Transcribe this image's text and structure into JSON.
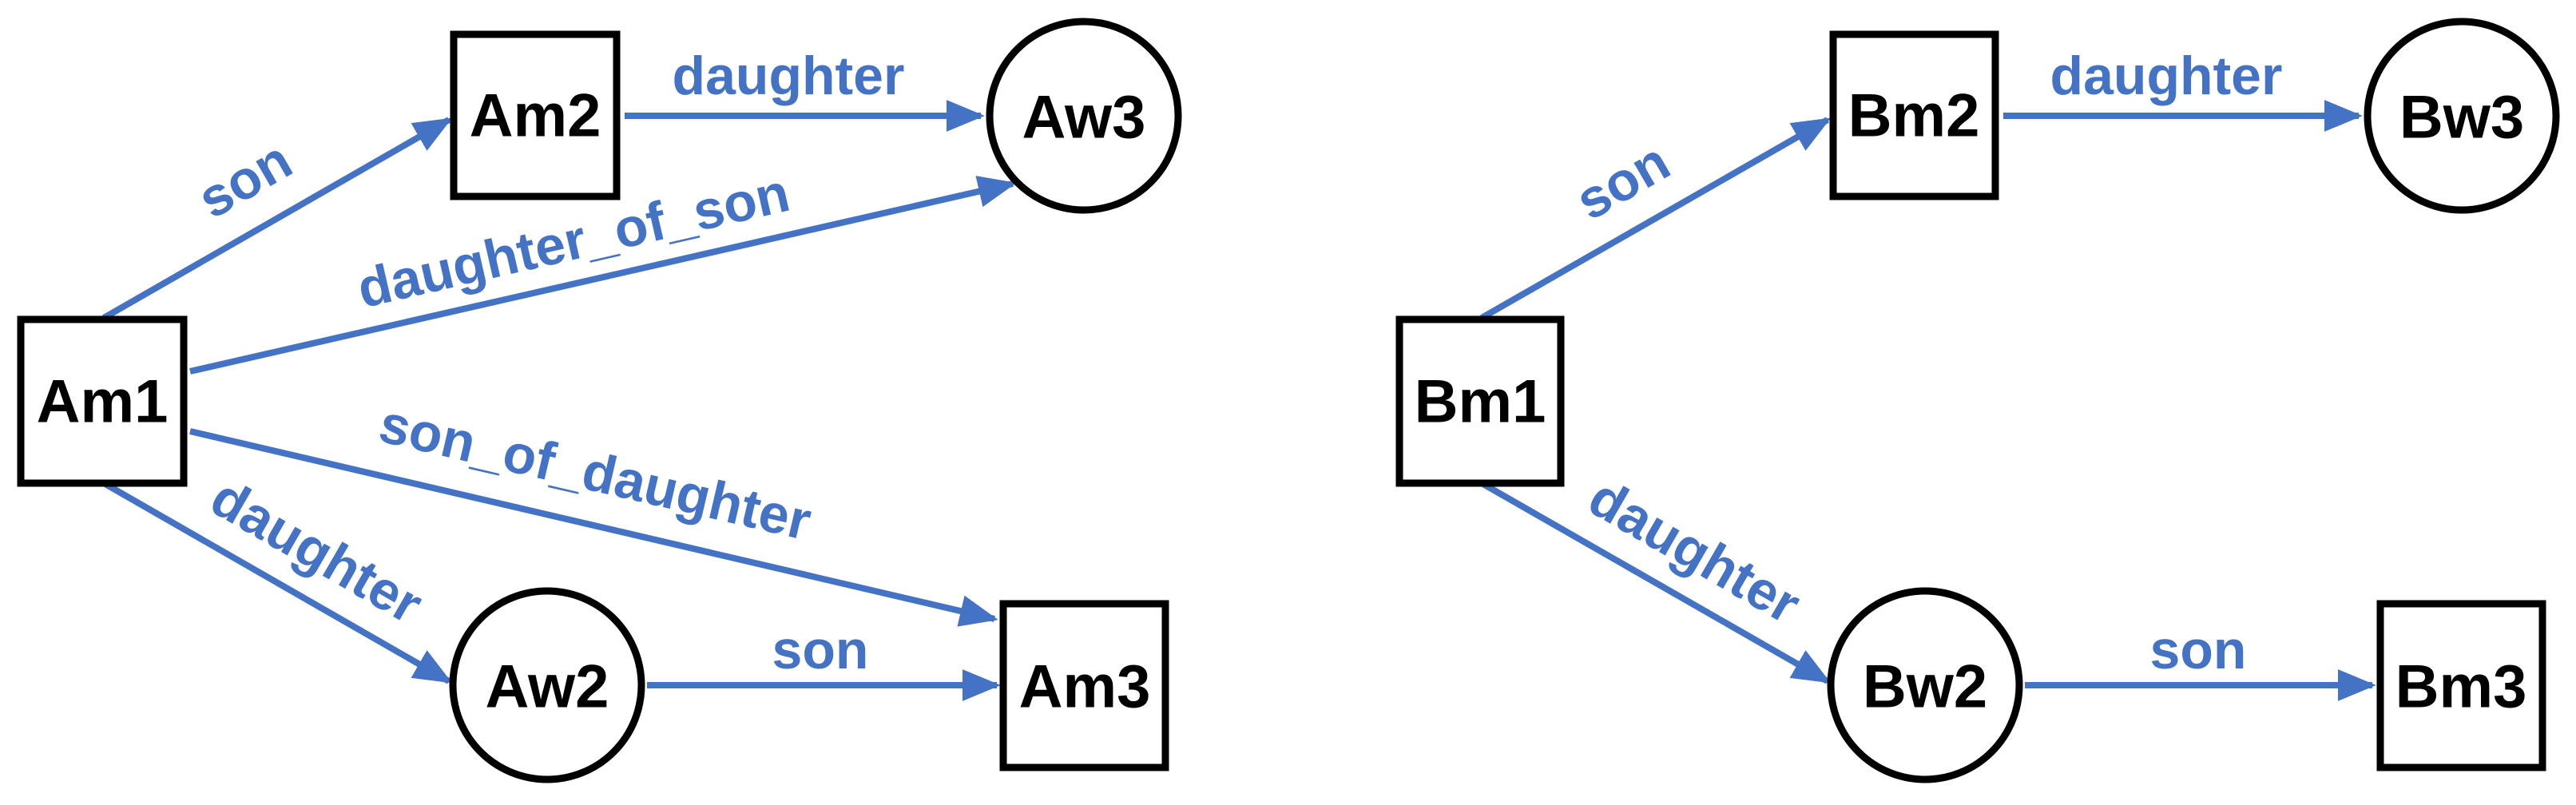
{
  "accent_color": "#4472c4",
  "node_stroke_color": "#000000",
  "nodes": {
    "Am1": {
      "label": "Am1",
      "shape": "square"
    },
    "Am2": {
      "label": "Am2",
      "shape": "square"
    },
    "Aw3": {
      "label": "Aw3",
      "shape": "circle"
    },
    "Aw2": {
      "label": "Aw2",
      "shape": "circle"
    },
    "Am3": {
      "label": "Am3",
      "shape": "square"
    },
    "Bm1": {
      "label": "Bm1",
      "shape": "square"
    },
    "Bm2": {
      "label": "Bm2",
      "shape": "square"
    },
    "Bw3": {
      "label": "Bw3",
      "shape": "circle"
    },
    "Bw2": {
      "label": "Bw2",
      "shape": "circle"
    },
    "Bm3": {
      "label": "Bm3",
      "shape": "square"
    }
  },
  "edges": {
    "am1_am2": {
      "from": "Am1",
      "to": "Am2",
      "label": "son"
    },
    "am2_aw3": {
      "from": "Am2",
      "to": "Aw3",
      "label": "daughter"
    },
    "am1_aw3": {
      "from": "Am1",
      "to": "Aw3",
      "label": "daughter_of_son"
    },
    "am1_am3": {
      "from": "Am1",
      "to": "Am3",
      "label": "son_of_daughter"
    },
    "am1_aw2": {
      "from": "Am1",
      "to": "Aw2",
      "label": "daughter"
    },
    "aw2_am3": {
      "from": "Aw2",
      "to": "Am3",
      "label": "son"
    },
    "bm1_bm2": {
      "from": "Bm1",
      "to": "Bm2",
      "label": "son"
    },
    "bm2_bw3": {
      "from": "Bm2",
      "to": "Bw3",
      "label": "daughter"
    },
    "bm1_bw2": {
      "from": "Bm1",
      "to": "Bw2",
      "label": "daughter"
    },
    "bw2_bm3": {
      "from": "Bw2",
      "to": "Bm3",
      "label": "son"
    }
  }
}
